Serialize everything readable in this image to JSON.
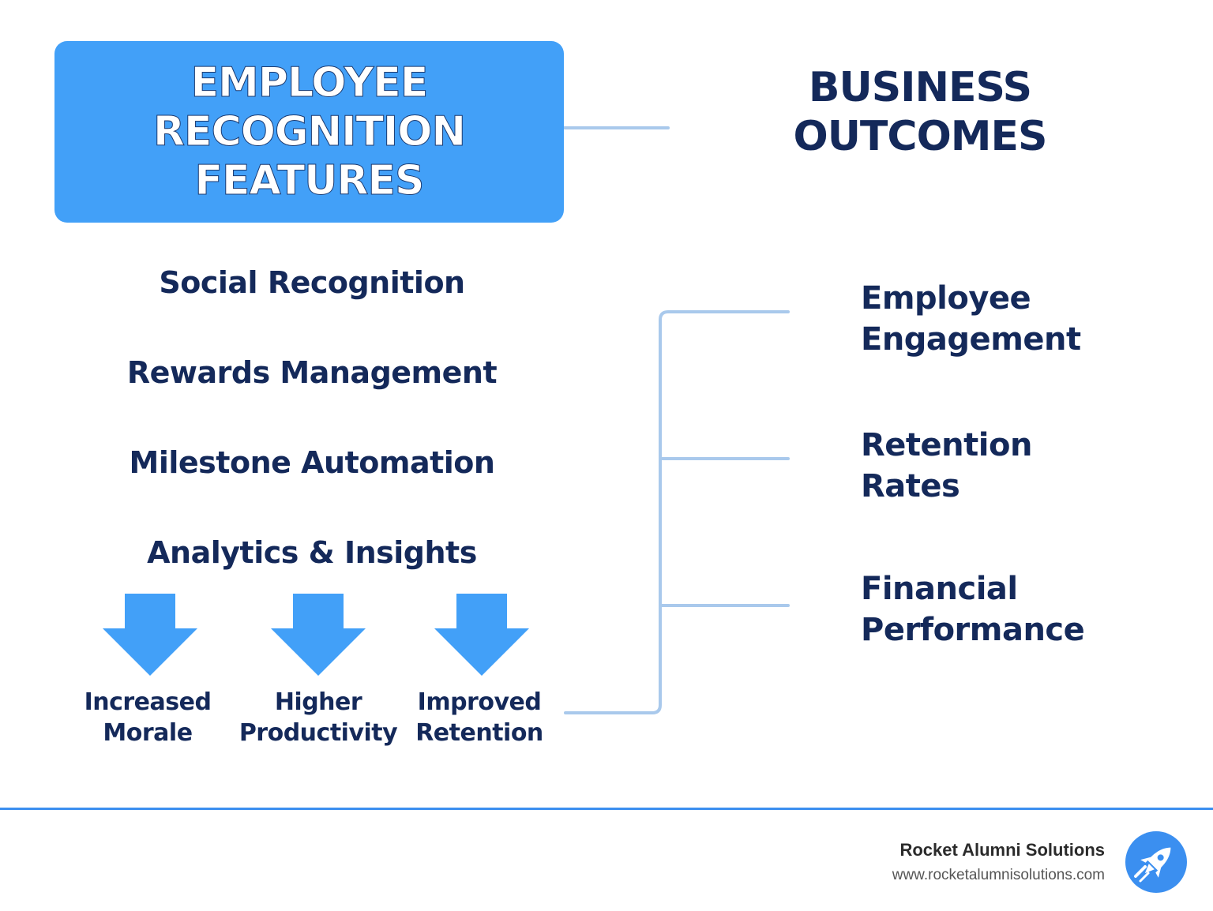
{
  "features_box": {
    "title_lines": [
      "EMPLOYEE",
      "RECOGNITION",
      "FEATURES"
    ]
  },
  "outcomes_heading": {
    "title_lines": [
      "BUSINESS",
      "OUTCOMES"
    ]
  },
  "features": [
    "Social Recognition",
    "Rewards Management",
    "Milestone Automation",
    "Analytics & Insights"
  ],
  "benefits": [
    {
      "line1": "Increased",
      "line2": "Morale",
      "icon": "arrow-down-icon"
    },
    {
      "line1": "Higher",
      "line2": "Productivity",
      "icon": "arrow-down-icon"
    },
    {
      "line1": "Improved",
      "line2": "Retention",
      "icon": "arrow-down-icon"
    }
  ],
  "outcomes": [
    {
      "line1": "Employee",
      "line2": "Engagement"
    },
    {
      "line1": "Retention",
      "line2": "Rates"
    },
    {
      "line1": "Financial",
      "line2": "Performance"
    }
  ],
  "footer": {
    "company": "Rocket Alumni Solutions",
    "url": "www.rocketalumnisolutions.com",
    "logo_icon": "rocket-icon"
  },
  "colors": {
    "accent_blue": "#42a0f8",
    "navy_text": "#14295a",
    "connector": "#a9c9ec",
    "footer_rule": "#3b8ff0"
  }
}
